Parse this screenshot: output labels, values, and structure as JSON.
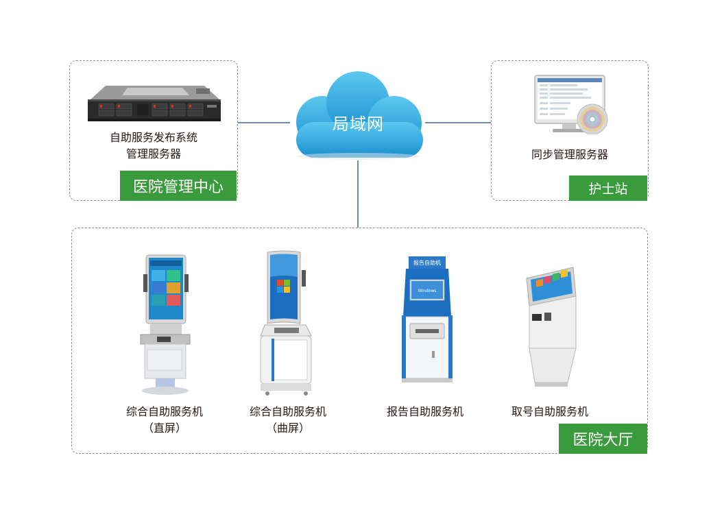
{
  "network": {
    "label": "局域网"
  },
  "groups": {
    "management_center": {
      "tag": "医院管理中心",
      "device_label_line1": "自助服务发布系统",
      "device_label_line2": "管理服务器"
    },
    "nurse_station": {
      "tag": "护士站",
      "device_label": "同步管理服务器"
    },
    "hall": {
      "tag": "医院大厅",
      "kiosks": [
        {
          "line1": "综合自助服务机",
          "line2": "（直屏）"
        },
        {
          "line1": "综合自助服务机",
          "line2": "（曲屏）"
        },
        {
          "line1": "报告自助服务机",
          "line2": ""
        },
        {
          "line1": "取号自助服务机",
          "line2": ""
        }
      ]
    }
  },
  "device_text": {
    "report_kiosk_header": "报告自助机",
    "report_kiosk_screen": "Windows",
    "curved_kiosk_screen_top": "Windows"
  },
  "colors": {
    "tag_green": "#3a9b3c",
    "cloud_blue": "#29a4dc",
    "line": "#6b8fa6",
    "border": "#8c8c8c"
  }
}
